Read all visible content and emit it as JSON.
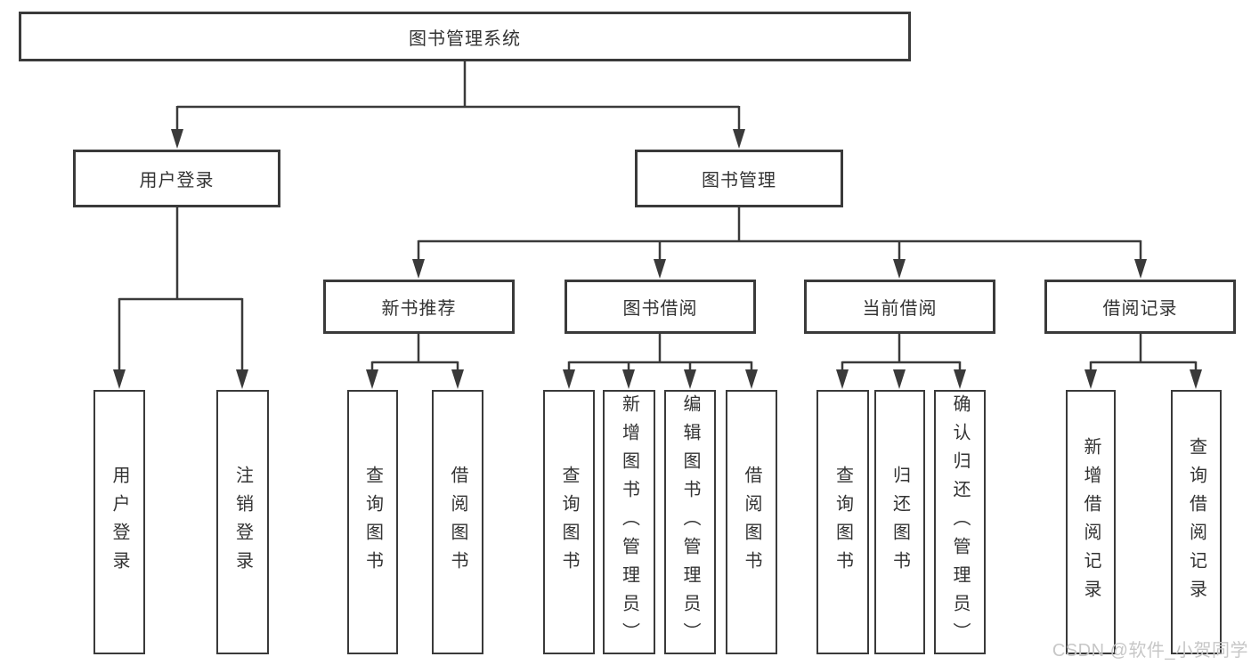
{
  "diagram": {
    "root": {
      "label": "图书管理系统"
    },
    "branches": [
      {
        "label": "用户登录",
        "children": [
          {
            "label": "用户登录"
          },
          {
            "label": "注销登录"
          }
        ]
      },
      {
        "label": "图书管理",
        "groups": [
          {
            "label": "新书推荐",
            "children": [
              {
                "label": "查询图书"
              },
              {
                "label": "借阅图书"
              }
            ]
          },
          {
            "label": "图书借阅",
            "children": [
              {
                "label": "查询图书"
              },
              {
                "label": "新增图书（管理员）"
              },
              {
                "label": "编辑图书（管理员）"
              },
              {
                "label": "借阅图书"
              }
            ]
          },
          {
            "label": "当前借阅",
            "children": [
              {
                "label": "查询图书"
              },
              {
                "label": "归还图书"
              },
              {
                "label": "确认归还（管理员）"
              }
            ]
          },
          {
            "label": "借阅记录",
            "children": [
              {
                "label": "新增借阅记录"
              },
              {
                "label": "查询借阅记录"
              }
            ]
          }
        ]
      }
    ]
  },
  "watermark": "CSDN @软件_小贺同学",
  "colors": {
    "line": "#3a3a3a",
    "box_border": "#3a3a3a",
    "box_fill": "#ffffff",
    "text": "#333333",
    "watermark": "#c7c7c7",
    "background": "#ffffff"
  }
}
